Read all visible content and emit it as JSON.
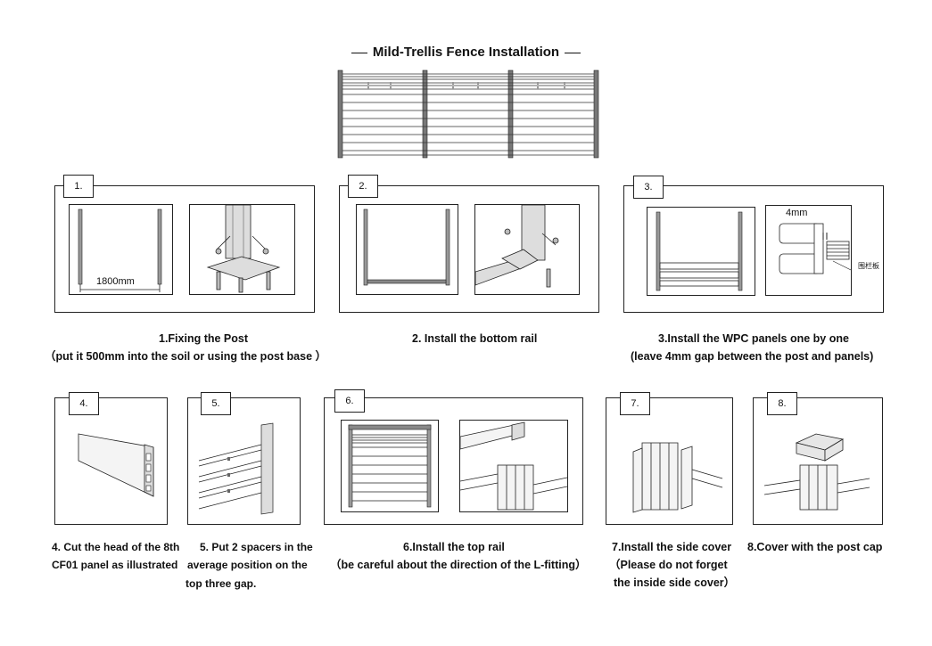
{
  "title": "Mild-Trellis Fence Installation",
  "steps": [
    {
      "tag": "1.",
      "dim_label": "1800mm",
      "caption_line1": "1.Fixing the Post",
      "caption_line2": "（put it 500mm into the soil or using the post base ）"
    },
    {
      "tag": "2.",
      "caption_line1": "2. Install the bottom rail"
    },
    {
      "tag": "3.",
      "gap_label": "4mm",
      "panel_label": "围栏板",
      "caption_line1": "3.Install the WPC panels one by one",
      "caption_line2": "(leave 4mm gap between the post and panels)"
    },
    {
      "tag": "4.",
      "caption_line1": "4. Cut the head of the 8th",
      "caption_line2": "CF01 panel as illustrated"
    },
    {
      "tag": "5.",
      "caption_line1": "5. Put 2 spacers in the",
      "caption_line2": "average position on the",
      "caption_line3": "top three gap."
    },
    {
      "tag": "6.",
      "caption_line1": "6.Install the top rail",
      "caption_line2": "（be careful about the direction of the L-fitting）"
    },
    {
      "tag": "7.",
      "caption_line1": "7.Install the side cover",
      "caption_line2": "（Please do not forget",
      "caption_line3": "the inside side cover）"
    },
    {
      "tag": "8.",
      "caption_line1": "8.Cover with the post cap"
    }
  ],
  "colors": {
    "line": "#222222",
    "panel": "#9a9a9a",
    "dark": "#555555"
  }
}
